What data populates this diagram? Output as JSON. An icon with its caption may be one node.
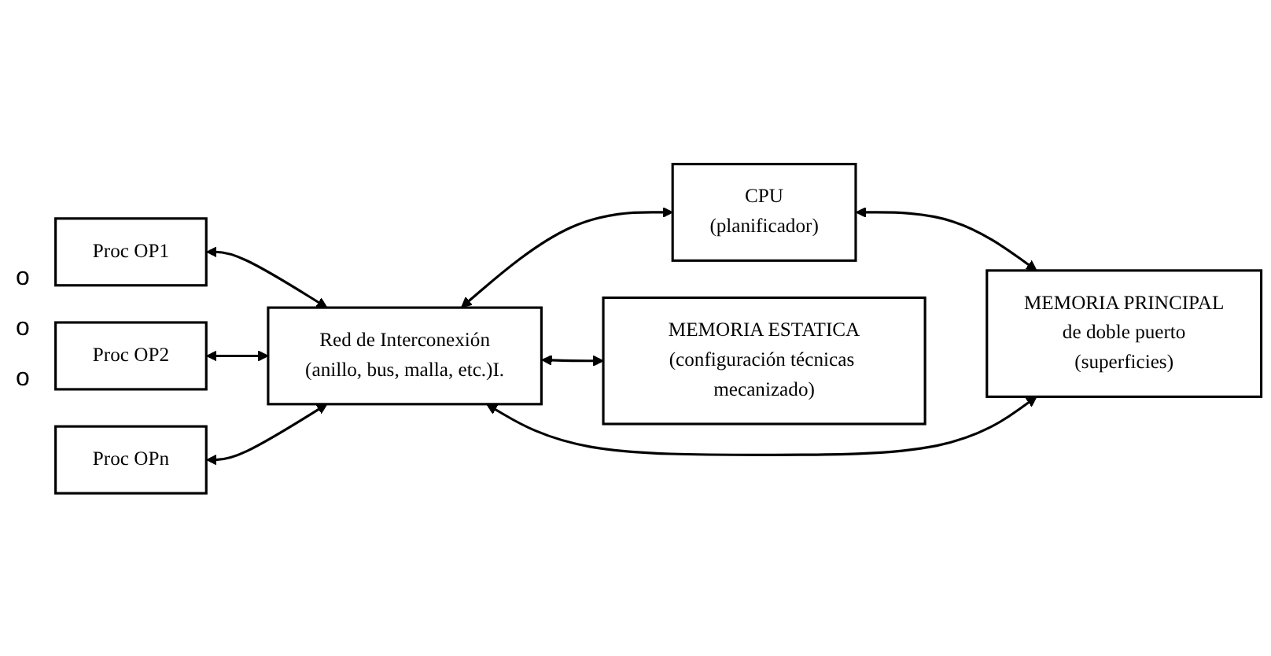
{
  "diagram": {
    "nodes": [
      {
        "text": [
          "Proc OP1"
        ]
      },
      {
        "text": [
          "Proc OP2"
        ]
      },
      {
        "text": [
          "Proc OPn"
        ]
      },
      {
        "text": [
          "Red de Interconexión",
          "(anillo, bus, malla, etc.)I."
        ]
      },
      {
        "text": [
          "CPU",
          "(planificador)"
        ]
      },
      {
        "text": [
          "MEMORIA ESTATICA",
          "(configuración técnicas mecanizado)"
        ]
      },
      {
        "text": [
          "MEMORIA PRINCIPAL",
          "de doble puerto",
          "(superficies)"
        ]
      }
    ],
    "edges": [
      {
        "from": 0,
        "to": 3,
        "arrow": "both"
      },
      {
        "from": 1,
        "to": 3,
        "arrow": "both"
      },
      {
        "from": 2,
        "to": 3,
        "arrow": "both"
      },
      {
        "from": 3,
        "to": 4,
        "arrow": "both"
      },
      {
        "from": 3,
        "to": 5,
        "arrow": "both"
      },
      {
        "from": 4,
        "to": 6,
        "arrow": "both"
      },
      {
        "from": 3,
        "to": 6,
        "arrow": "both"
      }
    ],
    "labels": [
      "o",
      "o",
      "o"
    ]
  }
}
